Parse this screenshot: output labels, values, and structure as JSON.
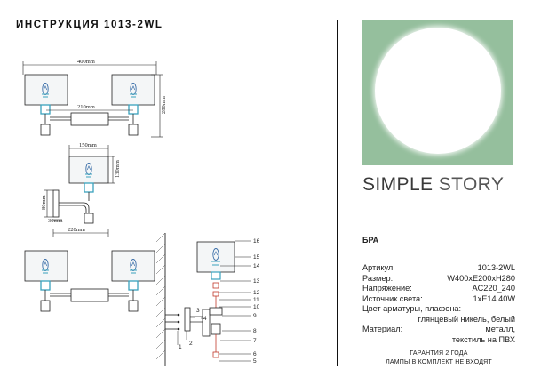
{
  "header": {
    "title": "ИНСТРУКЦИЯ 1013-2WL"
  },
  "drawing": {
    "top_view": {
      "width_label": "400mm",
      "spacing_label": "210mm",
      "height_label": "280mm"
    },
    "shade_view": {
      "shade_width_label": "150mm",
      "shade_height_label": "130mm",
      "plate_label": "80mm",
      "arm_offset_label": "30mm",
      "depth_label": "220mm"
    },
    "parts_callouts": [
      "16",
      "15",
      "14",
      "13",
      "12",
      "11",
      "10",
      "9",
      "8",
      "7",
      "6",
      "5",
      "3",
      "4",
      "2",
      "1"
    ]
  },
  "brand": {
    "word1": "SIMPLE",
    "word2": "STORY",
    "accent_color": "#95bf9d"
  },
  "product": {
    "type": "БРА",
    "specs": [
      {
        "key": "Артикул:",
        "value": "1013-2WL"
      },
      {
        "key": "Размер:",
        "value": "W400xE200xH280"
      },
      {
        "key": "Напряжение:",
        "value": "AC220_240"
      },
      {
        "key": "Источник света:",
        "value": "1xE14 40W"
      }
    ],
    "finish_label": "Цвет арматуры, плафона:",
    "finish_value": "глянцевый никель, белый",
    "material_label": "Материал:",
    "material_value_1": "металл,",
    "material_value_2": "текстиль на ПВХ"
  },
  "footer": {
    "line1": "ГАРАНТИЯ 2 ГОДА",
    "line2": "ЛАМПЫ В КОМПЛЕКТ НЕ ВХОДЯТ"
  }
}
